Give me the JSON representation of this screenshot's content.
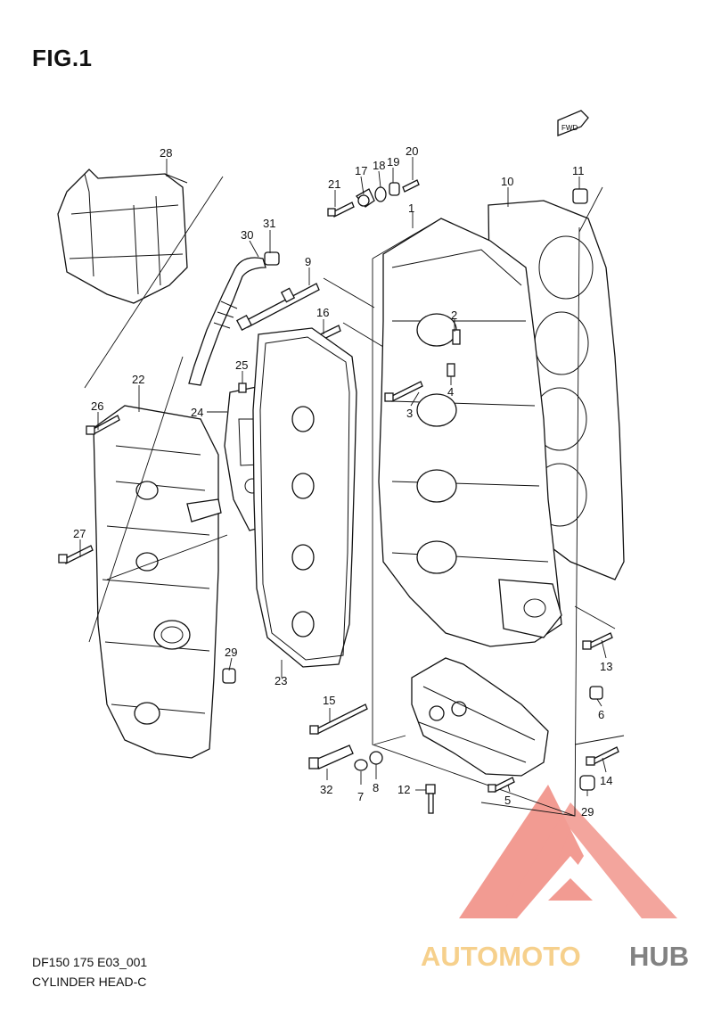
{
  "figure": {
    "title": "FIG.1",
    "code": "DF150 175 E03_001",
    "name": "CYLINDER HEAD-C"
  },
  "fwd_marker": "FWD",
  "watermark": {
    "part1": "AUTOMOTO",
    "part2": "HUB",
    "colors": {
      "primary": "#f08a80",
      "secondary": "#f5c878",
      "dark": "#6d6d6d"
    }
  },
  "callouts": {
    "c1": "1",
    "c2": "2",
    "c3": "3",
    "c4": "4",
    "c5": "5",
    "c6": "6",
    "c7": "7",
    "c8": "8",
    "c9": "9",
    "c10": "10",
    "c11": "11",
    "c12": "12",
    "c13": "13",
    "c14": "14",
    "c15": "15",
    "c16": "16",
    "c17": "17",
    "c18": "18",
    "c19": "19",
    "c20": "20",
    "c21": "21",
    "c22": "22",
    "c23": "23",
    "c24": "24",
    "c25": "25",
    "c26": "26",
    "c27": "27",
    "c28": "28",
    "c29a": "29",
    "c29b": "29",
    "c30": "30",
    "c31": "31",
    "c32": "32"
  }
}
